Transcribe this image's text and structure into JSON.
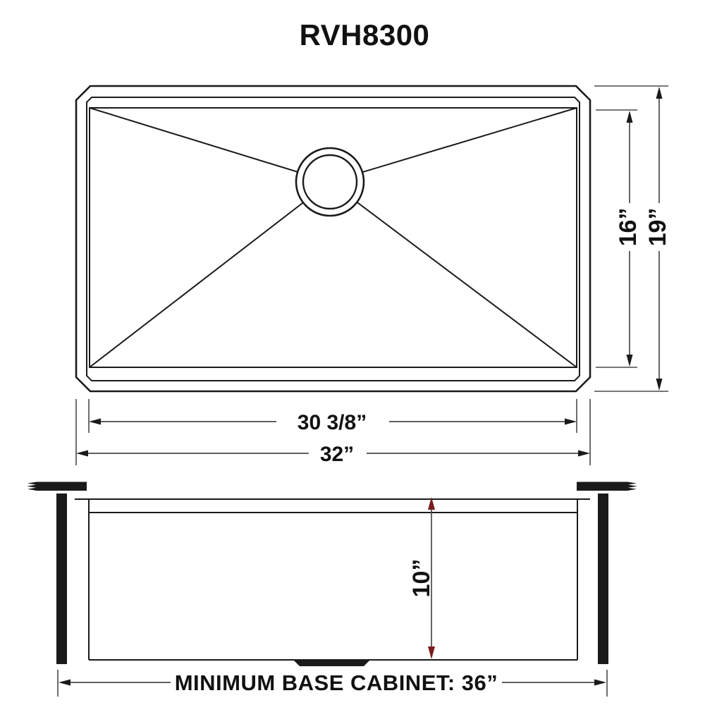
{
  "title": "RVH8300",
  "colors": {
    "line": "#1a1a1a",
    "dimension_line": "#4a4a4a",
    "arrow": "#1a1a1a",
    "arrow_accent": "#7a1d1d",
    "text": "#111111",
    "background": "#ffffff"
  },
  "top_view": {
    "description": "sink-plan-view-with-center-drain",
    "dimensions": {
      "inner_height": "16”",
      "overall_height": "19”",
      "inner_width": "30 3/8”",
      "overall_width": "32”"
    }
  },
  "side_view": {
    "description": "sink-cross-section-under-countertop",
    "dimensions": {
      "bowl_depth": "10”",
      "cabinet_note": "MINIMUM BASE CABINET: 36”"
    }
  }
}
